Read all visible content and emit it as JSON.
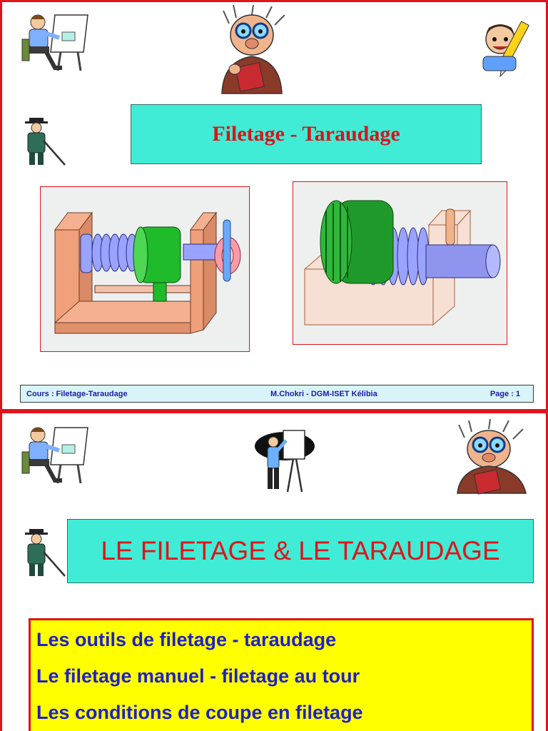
{
  "page1": {
    "title": "Filetage - Taraudage",
    "footer": {
      "course": "Cours : Filetage-Taraudage",
      "author": "M.Chokri - DGM-ISET Kélibia",
      "page": "Page : 1"
    },
    "clipart": [
      "drafter-at-desk-icon",
      "professor-reading-icon",
      "kid-with-pencil-icon",
      "man-with-cane-icon"
    ]
  },
  "page2": {
    "title": "LE FILETAGE & LE TARAUDAGE",
    "items": [
      "Les outils de filetage - taraudage",
      "Le filetage manuel - filetage au tour",
      "Les conditions de coupe en filetage"
    ],
    "clipart": [
      "drafter-at-desk-icon",
      "presenter-at-board-icon",
      "professor-reading-icon",
      "man-with-cane-icon"
    ]
  },
  "colors": {
    "border": "#e0141b",
    "title_bg": "#40ecd6",
    "footer_bg": "#d9f4f9",
    "list_bg": "#ffff00",
    "list_text": "#2020c8"
  }
}
